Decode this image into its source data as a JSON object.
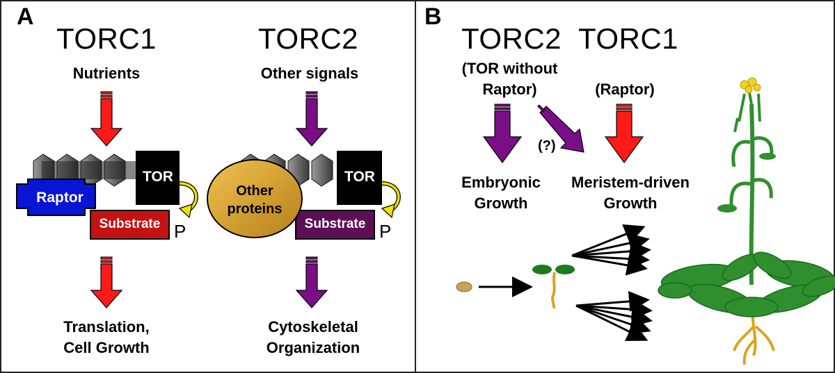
{
  "panel_a": {
    "letter": "A",
    "torc1": {
      "title": "TORC1",
      "input": "Nutrients",
      "tor": "TOR",
      "partner": "Raptor",
      "substrate": "Substrate",
      "phospho": "P",
      "output_line1": "Translation,",
      "output_line2": "Cell Growth"
    },
    "torc2": {
      "title": "TORC2",
      "input": "Other signals",
      "tor": "TOR",
      "partner_line1": "Other",
      "partner_line2": "proteins",
      "substrate": "Substrate",
      "phospho": "P",
      "output_line1": "Cytoskeletal",
      "output_line2": "Organization"
    }
  },
  "panel_b": {
    "letter": "B",
    "torc2": {
      "title": "TORC2",
      "sub_line1": "(TOR without",
      "sub_line2": "Raptor)",
      "output_line1": "Embryonic",
      "output_line2": "Growth"
    },
    "torc1": {
      "title": "TORC1",
      "sub": "(Raptor)",
      "output_line1": "Meristem-driven",
      "output_line2": "Growth"
    },
    "uncertain": "(?)"
  },
  "colors": {
    "red_arrow": "#ff1a1a",
    "purple_arrow": "#7a0e86",
    "raptor_blue": "#0a14d4",
    "substrate_red": "#c41212",
    "substrate_purple": "#5c0f56",
    "other_proteins_gold": "#d9a02a",
    "plant_green": "#2f8f2f",
    "seed_tan": "#c8a257",
    "root_gold": "#d9a520"
  }
}
